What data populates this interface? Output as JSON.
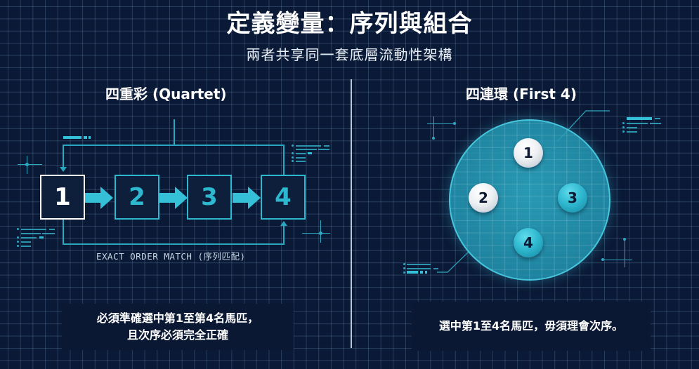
{
  "header": {
    "title": "定義變量：序列與組合",
    "subtitle": "兩者共享同一套底層流動性架構"
  },
  "quartet": {
    "heading": "四重彩 (Quartet)",
    "boxes": [
      "1",
      "2",
      "3",
      "4"
    ],
    "flow_label": "EXACT ORDER MATCH (序列匹配)",
    "caption_line1": "必須準確選中第1至第4名馬匹，",
    "caption_line2": "且次序必須完全正確"
  },
  "first4": {
    "heading": "四連環 (First 4)",
    "balls": [
      "1",
      "2",
      "3",
      "4"
    ],
    "caption": "選中第1至4名馬匹，毋須理會次序。"
  },
  "colors": {
    "background": "#0a1935",
    "accent": "#2eb8d0",
    "highlight": "#ffffff",
    "circle_fill": "#2aa5c0"
  }
}
